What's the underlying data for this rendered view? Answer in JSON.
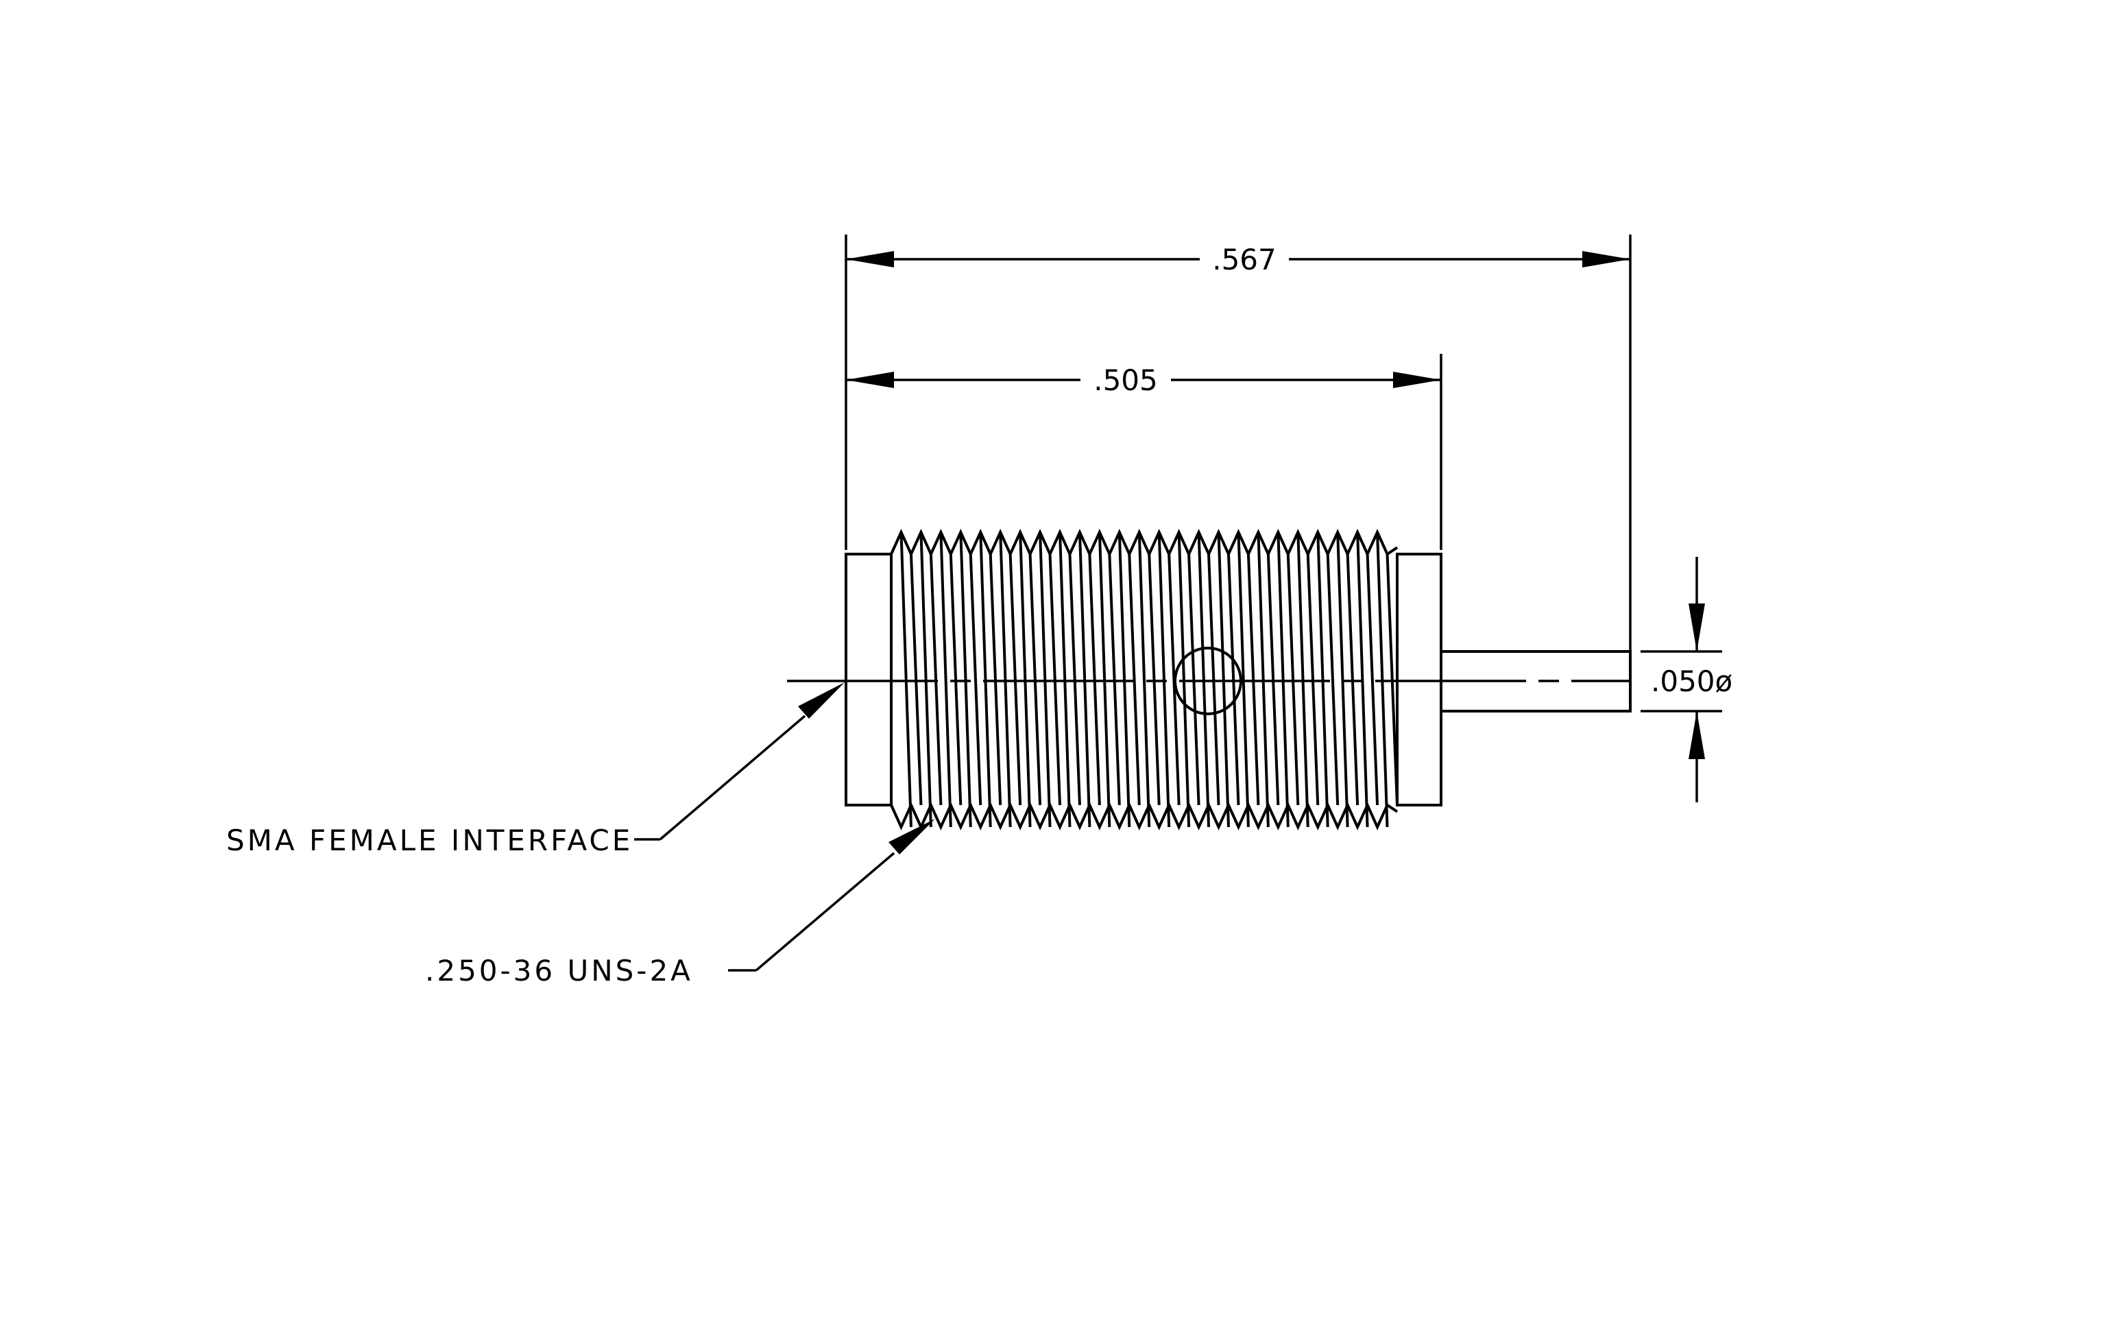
{
  "dimensions": {
    "overall_length": ".567",
    "thread_length": ".505",
    "pin_diameter": ".050ø"
  },
  "callouts": {
    "interface": "SMA FEMALE INTERFACE",
    "thread_spec": ".250-36 UNS-2A"
  }
}
